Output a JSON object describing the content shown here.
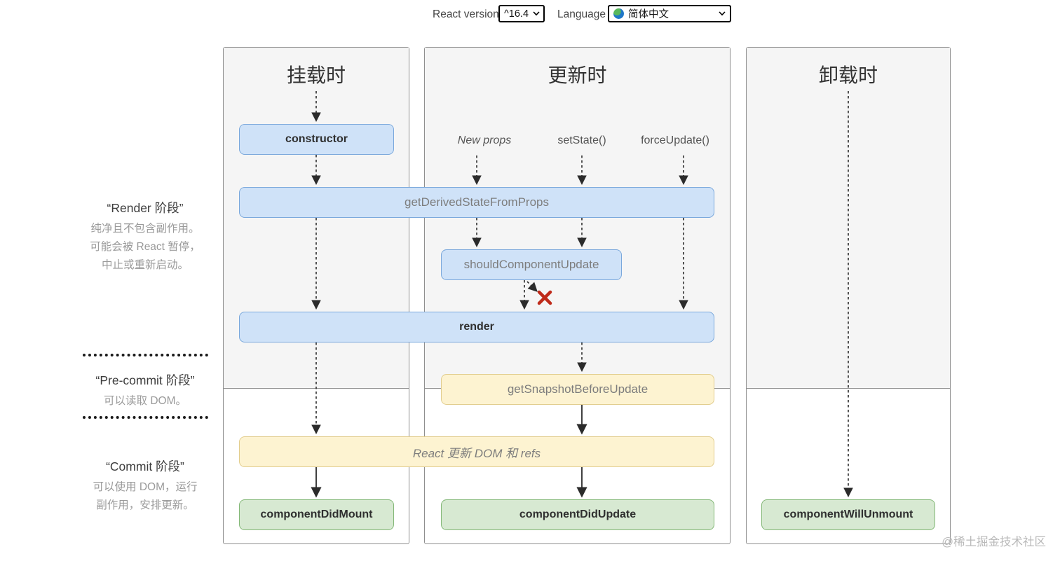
{
  "toolbar": {
    "react_version_label": "React version",
    "react_version_value": "^16.4",
    "language_label": "Language",
    "language_value": "简体中文"
  },
  "columns": {
    "mounting": {
      "title": "挂载时"
    },
    "updating": {
      "title": "更新时"
    },
    "unmounting": {
      "title": "卸载时"
    }
  },
  "phases": {
    "render": {
      "title": "“Render 阶段”",
      "lines": [
        "纯净且不包含副作用。",
        "可能会被 React 暂停，",
        "中止或重新启动。"
      ]
    },
    "pre_commit": {
      "title": "“Pre-commit 阶段”",
      "lines": [
        "可以读取 DOM。"
      ]
    },
    "commit": {
      "title": "“Commit 阶段”",
      "lines": [
        "可以使用 DOM，运行",
        "副作用，安排更新。"
      ]
    }
  },
  "triggers": {
    "new_props": "New props",
    "set_state": "setState()",
    "force_update": "forceUpdate()"
  },
  "nodes": {
    "ctor": "constructor",
    "gdsfp": "getDerivedStateFromProps",
    "scu": "shouldComponentUpdate",
    "render": "render",
    "gsbu": "getSnapshotBeforeUpdate",
    "react_updates": "React 更新 DOM 和 refs",
    "cdm": "componentDidMount",
    "cdu": "componentDidUpdate",
    "cwu": "componentWillUnmount"
  },
  "watermark": "@稀土掘金技术社区",
  "colors": {
    "common_box_blue": "#cfe2f8",
    "less_common_text": "#7d7d7d",
    "yellow_box": "#fdf3d1",
    "green_box": "#d7e9d2",
    "cancel_x": "#bf2a1a",
    "phase_bg": "#f5f5f5"
  }
}
